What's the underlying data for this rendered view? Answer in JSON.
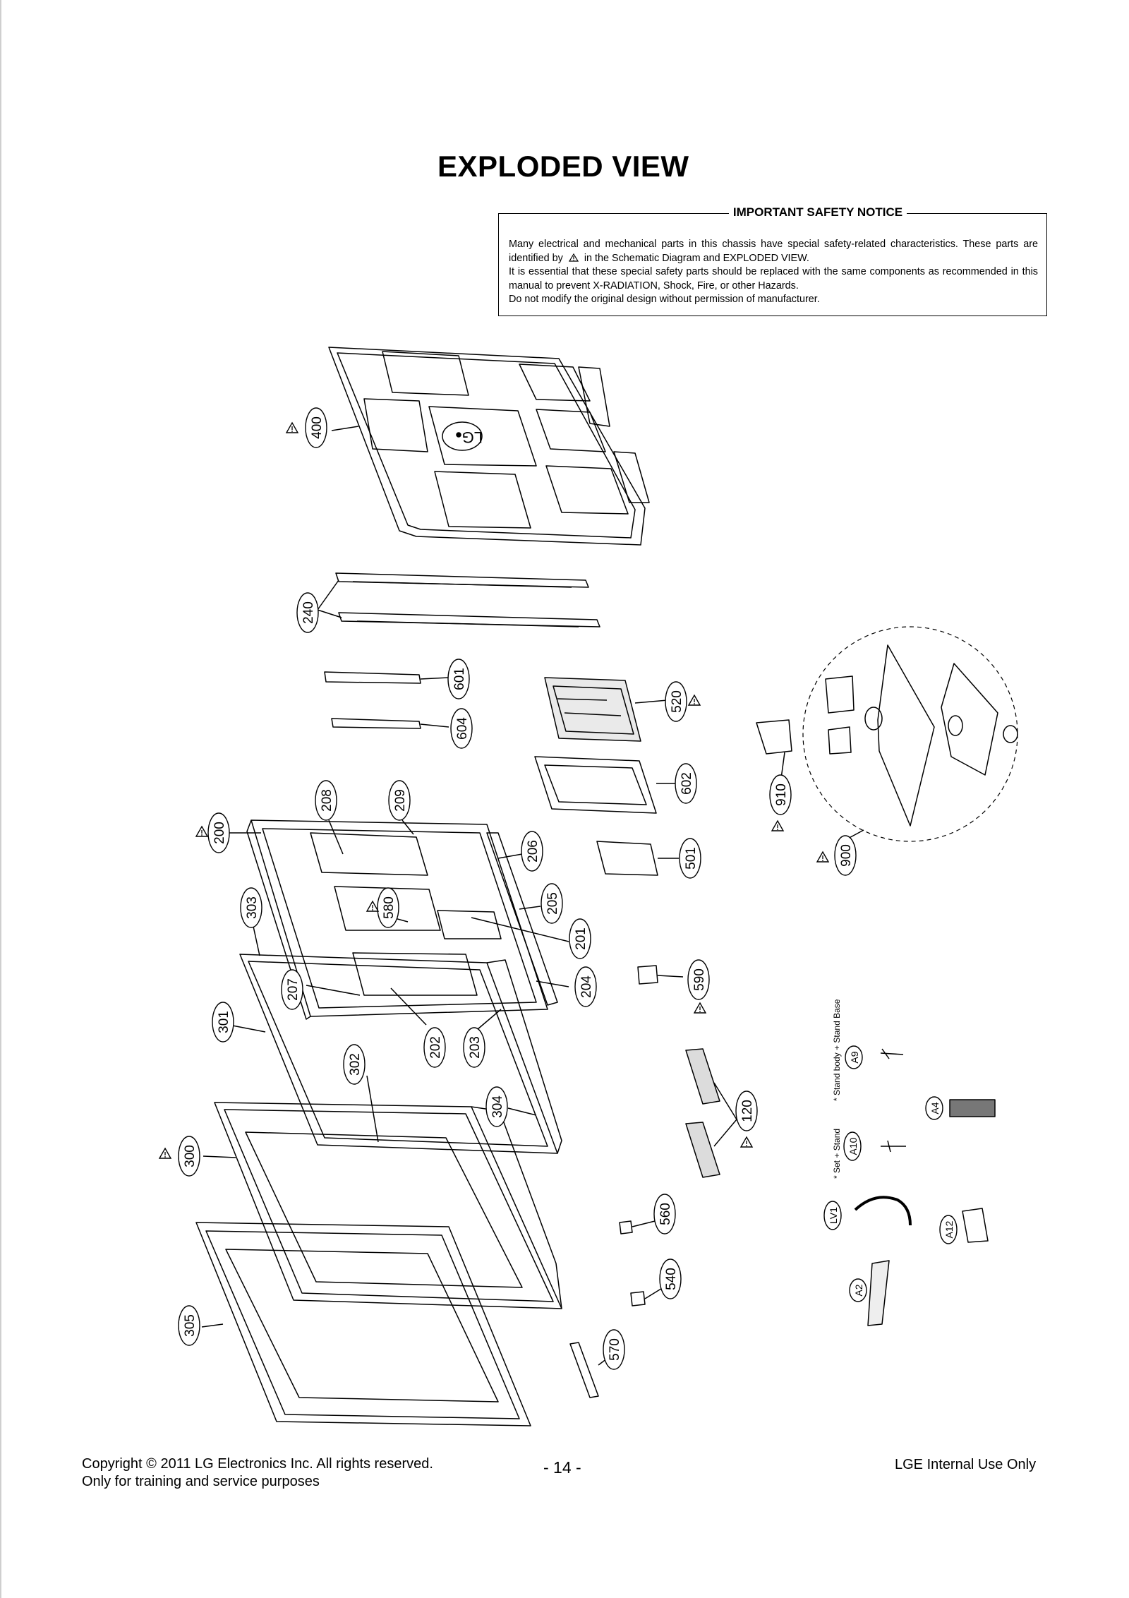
{
  "page": {
    "title": "EXPLODED VIEW"
  },
  "notice": {
    "heading": "IMPORTANT SAFETY NOTICE",
    "line1a": "Many electrical and mechanical parts in this chassis have special safety-related characteristics. These parts are identified by",
    "line1b": "in the Schematic Diagram and EXPLODED VIEW.",
    "line2": "It is essential that these special safety parts should be replaced with the same components as recommended in this manual to prevent X-RADIATION, Shock, Fire, or other Hazards.",
    "line3": "Do not modify the original design without permission of manufacturer."
  },
  "parts": [
    {
      "label": "400",
      "safety": true
    },
    {
      "label": "240",
      "safety": false
    },
    {
      "label": "601",
      "safety": false
    },
    {
      "label": "604",
      "safety": false
    },
    {
      "label": "520",
      "safety": true
    },
    {
      "label": "602",
      "safety": false
    },
    {
      "label": "910",
      "safety": true
    },
    {
      "label": "900",
      "safety": true
    },
    {
      "label": "208",
      "safety": false
    },
    {
      "label": "209",
      "safety": false
    },
    {
      "label": "200",
      "safety": true
    },
    {
      "label": "206",
      "safety": false
    },
    {
      "label": "501",
      "safety": false
    },
    {
      "label": "303",
      "safety": false
    },
    {
      "label": "580",
      "safety": true
    },
    {
      "label": "205",
      "safety": false
    },
    {
      "label": "201",
      "safety": false
    },
    {
      "label": "207",
      "safety": false
    },
    {
      "label": "204",
      "safety": false
    },
    {
      "label": "590",
      "safety": true
    },
    {
      "label": "301",
      "safety": false
    },
    {
      "label": "202",
      "safety": false
    },
    {
      "label": "203",
      "safety": false
    },
    {
      "label": "302",
      "safety": false
    },
    {
      "label": "304",
      "safety": false
    },
    {
      "label": "120",
      "safety": true
    },
    {
      "label": "300",
      "safety": true
    },
    {
      "label": "560",
      "safety": false
    },
    {
      "label": "540",
      "safety": false
    },
    {
      "label": "305",
      "safety": false
    },
    {
      "label": "570",
      "safety": false
    },
    {
      "label": "A9",
      "safety": false
    },
    {
      "label": "A4",
      "safety": false
    },
    {
      "label": "A10",
      "safety": false
    },
    {
      "label": "LV1",
      "safety": false
    },
    {
      "label": "A12",
      "safety": false
    },
    {
      "label": "A2",
      "safety": false
    }
  ],
  "notes": {
    "stand_body": "* Stand body + Stand Base",
    "set_stand": "* Set + Stand"
  },
  "footer": {
    "copyright": "Copyright © 2011 LG Electronics Inc. All rights reserved.",
    "purpose": "Only for training and service purposes",
    "page_number": "- 14 -",
    "internal": "LGE Internal Use Only"
  },
  "icons": {
    "safety": "warning-triangle-icon",
    "logo": "lg-logo-icon"
  }
}
